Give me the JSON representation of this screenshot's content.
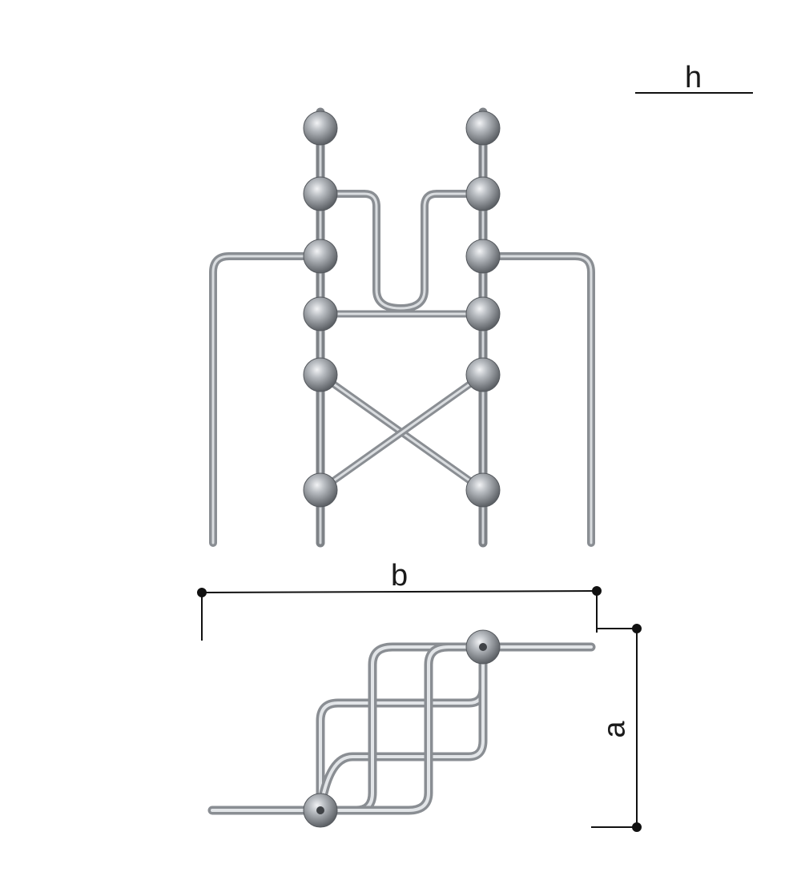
{
  "labels": {
    "h": "h",
    "b": "b",
    "a": "a"
  },
  "colors": {
    "rod": "#8e9297",
    "rod_highlight": "#cfd3d7",
    "ball": "#7b7f84",
    "ball_highlight": "#eef0f2",
    "dimension_line": "#111111"
  }
}
